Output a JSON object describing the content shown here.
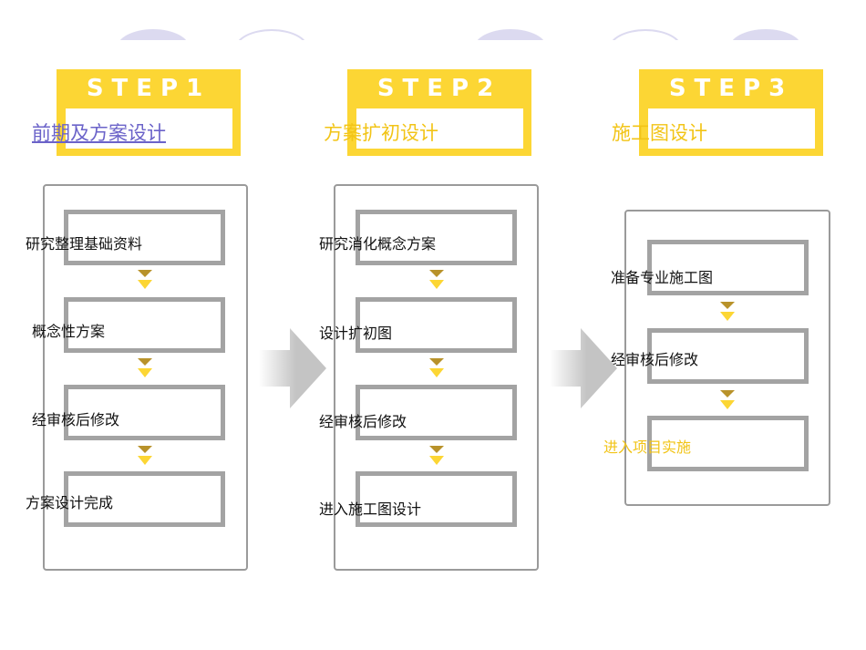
{
  "steps": [
    {
      "step_label": "STEP1",
      "title": "前期及方案设计",
      "items": [
        "研究整理基础资料",
        "概念性方案",
        "经审核后修改",
        "方案设计完成"
      ]
    },
    {
      "step_label": "STEP2",
      "title": "方案扩初设计",
      "items": [
        "研究消化概念方案",
        "设计扩初图",
        "经审核后修改",
        "进入施工图设计"
      ]
    },
    {
      "step_label": "STEP3",
      "title": "施工图设计",
      "items": [
        "准备专业施工图",
        "经审核后修改",
        "进入项目实施"
      ]
    }
  ],
  "colors": {
    "step_yellow": "#fcd634",
    "title_yellow": "#f2c417",
    "link_purple": "#6b63c9",
    "box_gray": "#a3a3a3",
    "arrow_gray": "#c4c4c4",
    "decor_lavender": "#dcdaf0"
  }
}
